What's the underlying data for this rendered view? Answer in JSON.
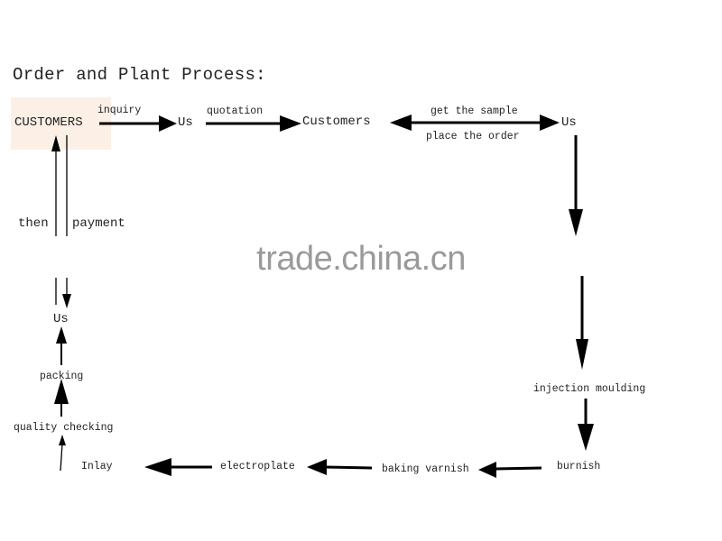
{
  "title": "Order and Plant Process:",
  "watermark": "trade.china.cn",
  "nodes": {
    "customers_top": "CUSTOMERS",
    "us1": "Us",
    "customers2": "Customers",
    "us2": "Us",
    "injection": "injection moulding",
    "burnish": "burnish",
    "baking": "baking varnish",
    "electroplate": "electroplate",
    "inlay": "Inlay",
    "quality": "quality checking",
    "packing": "packing",
    "us3": "Us"
  },
  "edges": {
    "inquiry": "inquiry",
    "quotation": "quotation",
    "get_sample": "get the sample",
    "place_order": "place the order",
    "then": "then",
    "payment": "payment"
  },
  "colors": {
    "line": "#000000",
    "highlight": "#fbefe6",
    "watermark": "#9a9a9a"
  }
}
